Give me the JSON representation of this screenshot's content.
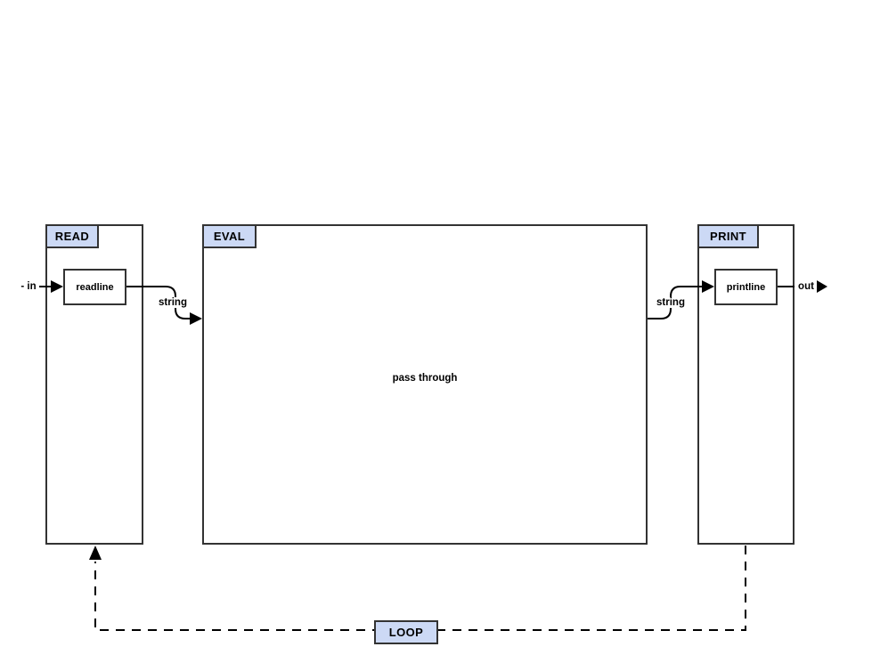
{
  "diagram": {
    "colors": {
      "header_fill": "#ccd9f5",
      "border": "#333333",
      "wire": "#000000",
      "background": "#ffffff"
    },
    "read": {
      "title": "READ",
      "node_label": "readline"
    },
    "eval": {
      "title": "EVAL",
      "body_label": "pass through"
    },
    "print": {
      "title": "PRINT",
      "node_label": "printline"
    },
    "loop": {
      "title": "LOOP"
    },
    "ports": {
      "in_label": "- in",
      "out_label": "out"
    },
    "wires": {
      "read_to_eval_label": "string",
      "eval_to_print_label": "string"
    }
  }
}
